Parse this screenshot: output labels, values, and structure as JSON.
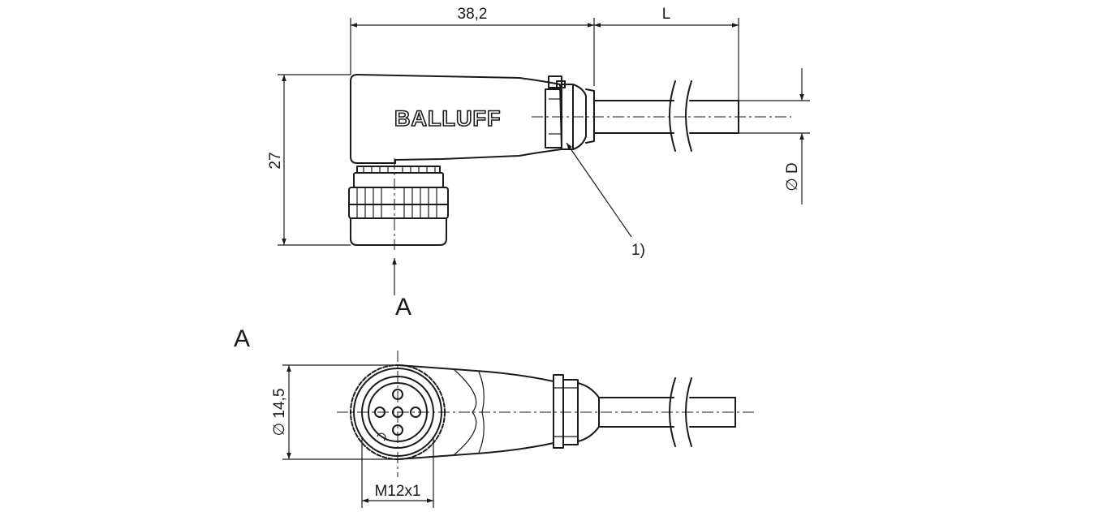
{
  "drawing": {
    "brand_logo": "BALLUFF",
    "dimensions": {
      "body_length": "38,2",
      "cable_length": "L",
      "height": "27",
      "cable_diameter": "∅ D",
      "outer_diameter": "∅ 14,5",
      "thread": "M12x1"
    },
    "callouts": {
      "note_1": "1)",
      "view_arrow": "A",
      "view_title": "A"
    }
  }
}
